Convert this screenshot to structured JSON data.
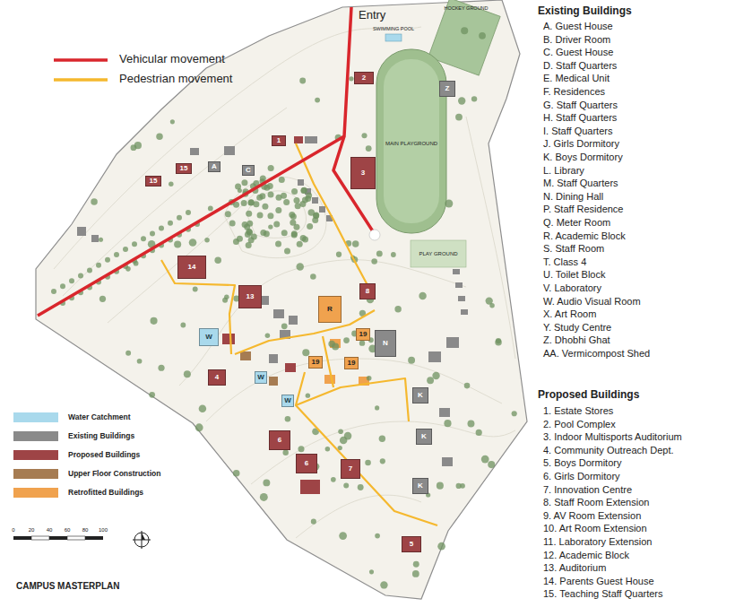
{
  "diagram": {
    "title": "CAMPUS MASTERPLAN",
    "nodes": [
      {
        "text": [
          "2"
        ]
      },
      {
        "text": [
          "Z"
        ]
      },
      {
        "text": [
          "3"
        ]
      },
      {
        "text": [
          "1"
        ]
      },
      {
        "text": [
          "15"
        ]
      },
      {
        "text": [
          "15"
        ]
      },
      {
        "text": [
          "A"
        ]
      },
      {
        "text": [
          "C"
        ]
      },
      {
        "text": [
          "14"
        ]
      },
      {
        "text": [
          "13"
        ]
      },
      {
        "text": [
          "R"
        ]
      },
      {
        "text": [
          "8"
        ]
      },
      {
        "text": [
          "W"
        ]
      },
      {
        "text": [
          "W"
        ]
      },
      {
        "text": [
          "W"
        ]
      },
      {
        "text": [
          "19"
        ]
      },
      {
        "text": [
          "19"
        ]
      },
      {
        "text": [
          "19"
        ]
      },
      {
        "text": [
          "N"
        ]
      },
      {
        "text": [
          "K"
        ]
      },
      {
        "text": [
          "K"
        ]
      },
      {
        "text": [
          "K"
        ]
      },
      {
        "text": [
          "4"
        ]
      },
      {
        "text": [
          "6"
        ]
      },
      {
        "text": [
          "6"
        ]
      },
      {
        "text": [
          "7"
        ]
      },
      {
        "text": [
          "5"
        ]
      }
    ],
    "labels": [
      "Entry",
      "0",
      "20",
      "40",
      "60",
      "80",
      "100",
      "SWIMMING POOL",
      "HOCKEY GROUND",
      "MAIN PLAYGROUND",
      "PLAY GROUND",
      "Existing Buildings",
      "A. Guest House",
      "B. Driver Room",
      "C. Guest House",
      "D. Staff Quarters",
      "E. Medical Unit",
      "F. Residences",
      "G. Staff Quarters",
      "H. Staff Quarters",
      "I. Staff Quarters",
      "J. Girls Dormitory",
      "K. Boys Dormitory",
      "L. Library",
      "M. Staff Quarters",
      "N. Dining Hall",
      "P. Staff Residence",
      "Q. Meter Room",
      "R. Academic Block",
      "S. Staff Room",
      "T. Class 4",
      "U. Toilet Block",
      "V. Laboratory",
      "W. Audio Visual Room",
      "X. Art Room",
      "Y. Study Centre",
      "Z. Dhobhi Ghat",
      "AA. Vermicompost Shed",
      "Proposed Buildings",
      "1. Estate Stores",
      "2. Pool Complex",
      "3. Indoor Multisports Auditorium",
      "4. Community Outreach Dept.",
      "5. Boys Dormitory",
      "6. Girls Dormitory",
      "7. Innovation Centre",
      "8. Staff Room Extension",
      "9. AV Room Extension",
      "10. Art Room Extension",
      "11. Laboratory Extension",
      "12. Academic Block",
      "13. Auditorium",
      "14. Parents Guest House",
      "15. Teaching Staff Quarters"
    ],
    "legend": [
      {
        "text": "Vehicular movement"
      },
      {
        "text": "Pedestrian movement"
      },
      {
        "text": "Water Catchment",
        "color": "#a9d9ec"
      },
      {
        "text": "Existing Buildings",
        "color": "#8a8a8a"
      },
      {
        "text": "Proposed Buildings",
        "color": "#9e4446"
      },
      {
        "text": "Upper Floor Construction",
        "color": "#a67c52"
      },
      {
        "text": "Retrofitted Buildings",
        "color": "#f0a24e"
      }
    ]
  }
}
